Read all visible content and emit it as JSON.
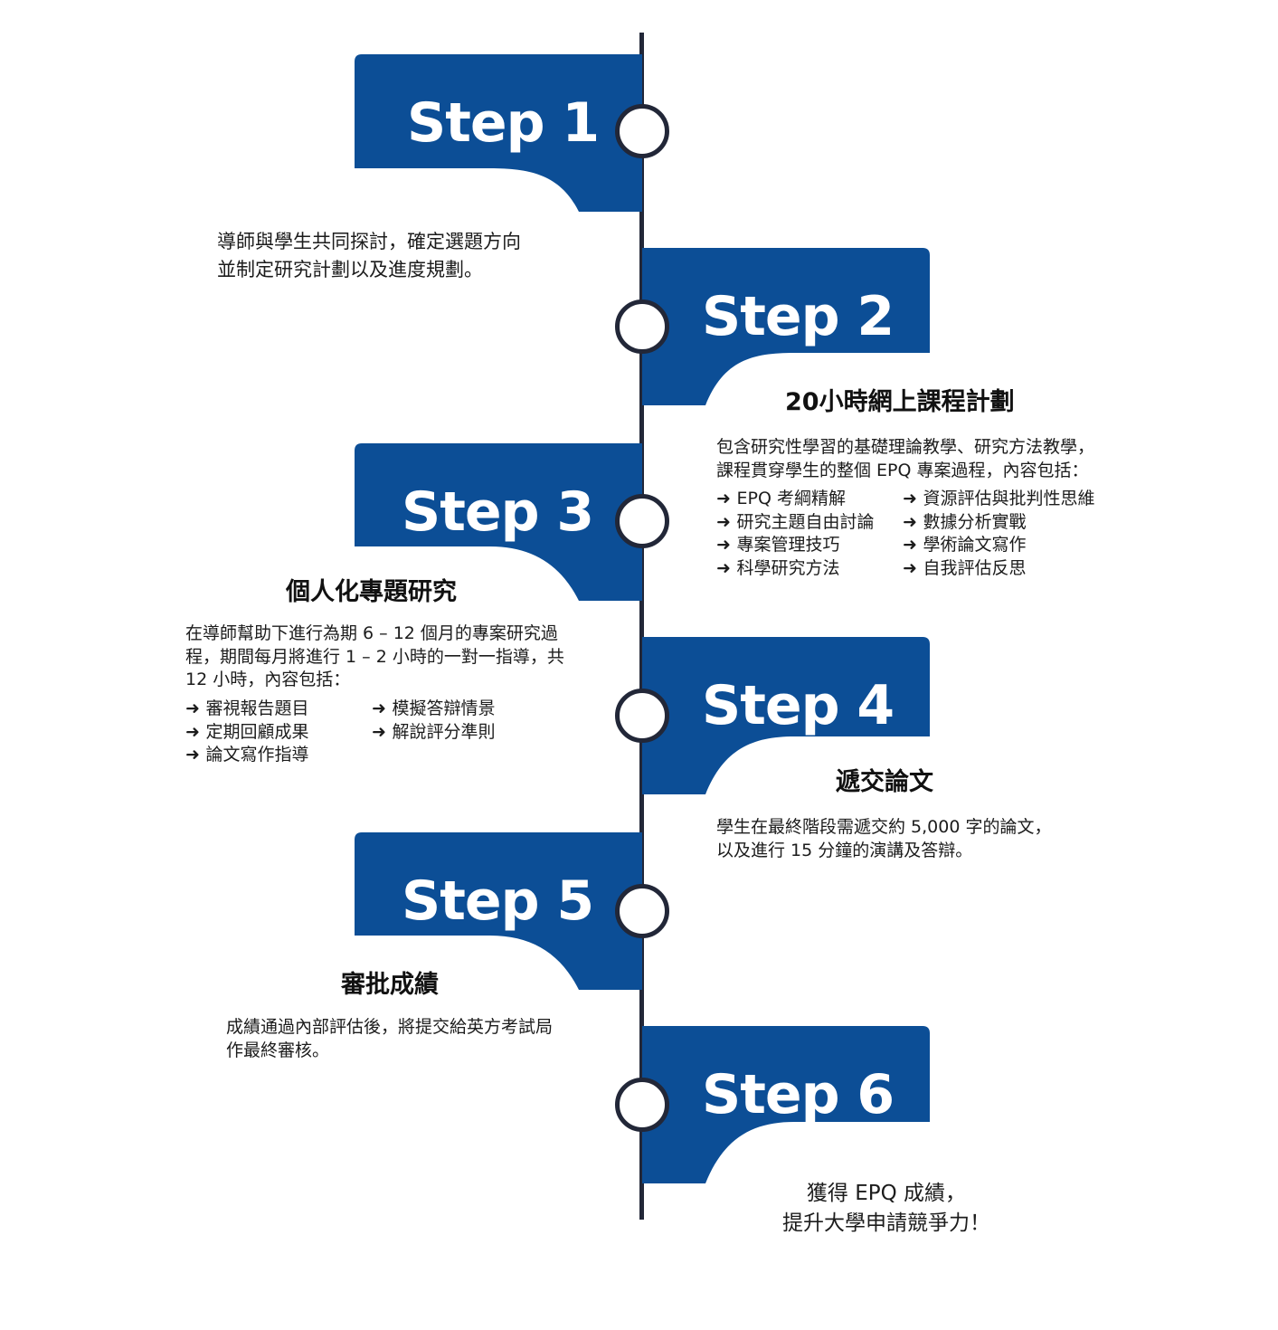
{
  "brand": {
    "color": "#0c4e96",
    "line_color": "#222738"
  },
  "steps": [
    {
      "label": "Step 1",
      "side": "left",
      "desc": [
        "導師與學生共同探討，確定選題方向",
        "並制定研究計劃以及進度規劃。"
      ]
    },
    {
      "label": "Step 2",
      "side": "right",
      "title": "20小時網上課程計劃",
      "desc": [
        "包含研究性學習的基礎理論教學、研究方法教學，",
        "課程貫穿學生的整個 EPQ 專案過程，內容包括："
      ],
      "list_a": [
        "EPQ 考綱精解",
        "研究主題自由討論",
        "專案管理技巧",
        "科學研究方法"
      ],
      "list_b": [
        "資源評估與批判性思維",
        "數據分析實戰",
        "學術論文寫作",
        "自我評估反思"
      ]
    },
    {
      "label": "Step 3",
      "side": "left",
      "title": "個人化專題研究",
      "desc": [
        "在導師幫助下進行為期 6 – 12 個月的專案研究過",
        "程，期間每月將進行 1 – 2 小時的一對一指導，共",
        "12 小時，內容包括："
      ],
      "list_a": [
        "審視報告題目",
        "定期回顧成果",
        "論文寫作指導"
      ],
      "list_b": [
        "模擬答辯情景",
        "解說評分準則"
      ]
    },
    {
      "label": "Step 4",
      "side": "right",
      "title": "遞交論文",
      "desc": [
        "學生在最終階段需遞交約 5,000 字的論文，",
        "以及進行 15 分鐘的演講及答辯。"
      ]
    },
    {
      "label": "Step 5",
      "side": "left",
      "title": "審批成績",
      "desc": [
        "成績通過內部評估後，將提交給英方考試局",
        "作最終審核。"
      ]
    },
    {
      "label": "Step 6",
      "side": "right",
      "desc": [
        "獲得 EPQ 成績，",
        "提升大學申請競爭力！"
      ]
    }
  ]
}
